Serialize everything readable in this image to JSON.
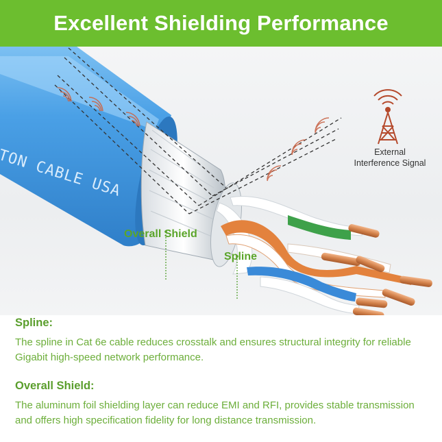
{
  "banner": {
    "title": "Excellent Shielding Performance"
  },
  "figure": {
    "cable_print": "TON CABLE USA",
    "tower": {
      "icon": "radio-tower-icon",
      "label_line1": "External",
      "label_line2": "Interference Signal"
    },
    "callouts": {
      "overall_shield": "Overall Shield",
      "spline": "Spline"
    }
  },
  "sections": [
    {
      "title": "Spline:",
      "body": "The spline in Cat 6e cable reduces crosstalk and ensures structural integrity for reliable Gigabit high-speed network performance."
    },
    {
      "title": "Overall Shield:",
      "body": "The aluminum foil shielding layer can reduce EMI and RFI, provides stable transmission and offers high specification fidelity for long distance transmission."
    }
  ],
  "colors": {
    "banner": "#6cbe2f",
    "accent_green": "#5ba52a",
    "cable_blue": "#3d8fd6",
    "wave": "#c9674a",
    "copper": "#d98a52"
  }
}
